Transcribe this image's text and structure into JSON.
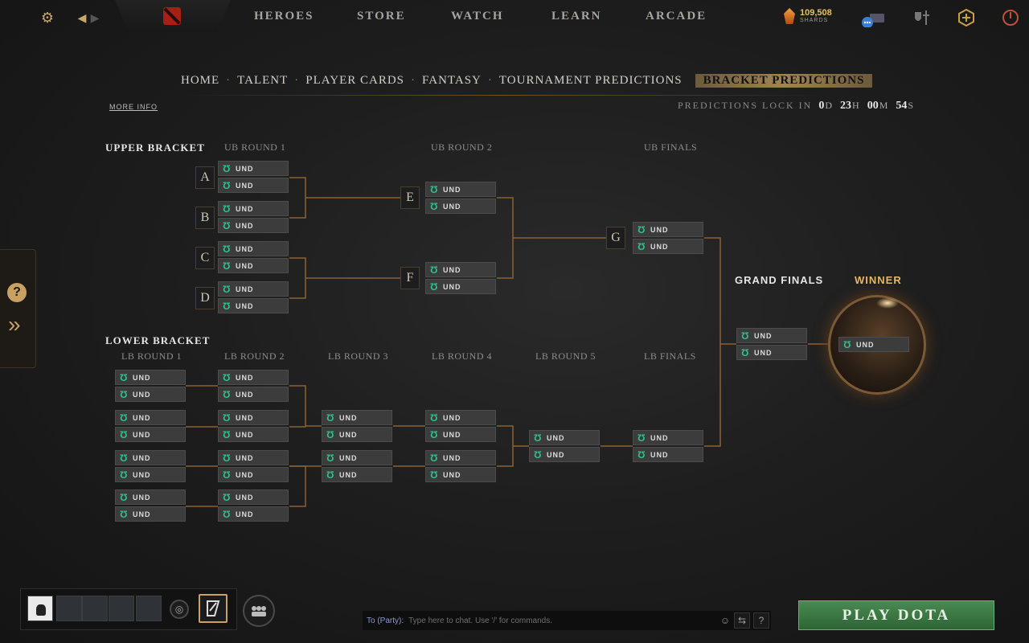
{
  "top_nav": {
    "items": [
      "HEROES",
      "STORE",
      "WATCH",
      "LEARN",
      "ARCADE"
    ],
    "shards_value": "109,508",
    "shards_label": "SHARDS"
  },
  "sub_nav": {
    "items": [
      "HOME",
      "TALENT",
      "PLAYER CARDS",
      "FANTASY",
      "TOURNAMENT PREDICTIONS",
      "BRACKET PREDICTIONS"
    ],
    "active": "BRACKET PREDICTIONS"
  },
  "more_info": "MORE INFO",
  "lock": {
    "label": "PREDICTIONS LOCK IN",
    "days": "0",
    "days_unit": "D",
    "hours": "23",
    "hours_unit": "H",
    "minutes": "00",
    "minutes_unit": "M",
    "seconds": "54",
    "seconds_unit": "S"
  },
  "bracket": {
    "upper_title": "UPPER BRACKET",
    "lower_title": "LOWER BRACKET",
    "grand_finals": "GRAND FINALS",
    "winner": "WINNER",
    "ub_rounds": [
      "UB ROUND 1",
      "UB ROUND 2",
      "UB FINALS"
    ],
    "lb_rounds": [
      "LB ROUND 1",
      "LB ROUND 2",
      "LB ROUND 3",
      "LB ROUND 4",
      "LB ROUND 5",
      "LB FINALS"
    ],
    "series_letters": [
      "A",
      "B",
      "C",
      "D",
      "E",
      "F",
      "G"
    ],
    "team_placeholder": "UND"
  },
  "side_panel": {
    "help": "?"
  },
  "chat": {
    "to": "To (Party):",
    "placeholder": "Type here to chat. Use '/' for commands.",
    "help": "?"
  },
  "play_button": "PLAY DOTA",
  "icons": {
    "settings": "gear-icon",
    "back": "arrow-left-icon",
    "forward": "arrow-right-icon",
    "chat": "chat-icon",
    "armory": "armory-icon",
    "plus": "plus-icon",
    "power": "power-icon",
    "team": "horseshoe-icon"
  }
}
